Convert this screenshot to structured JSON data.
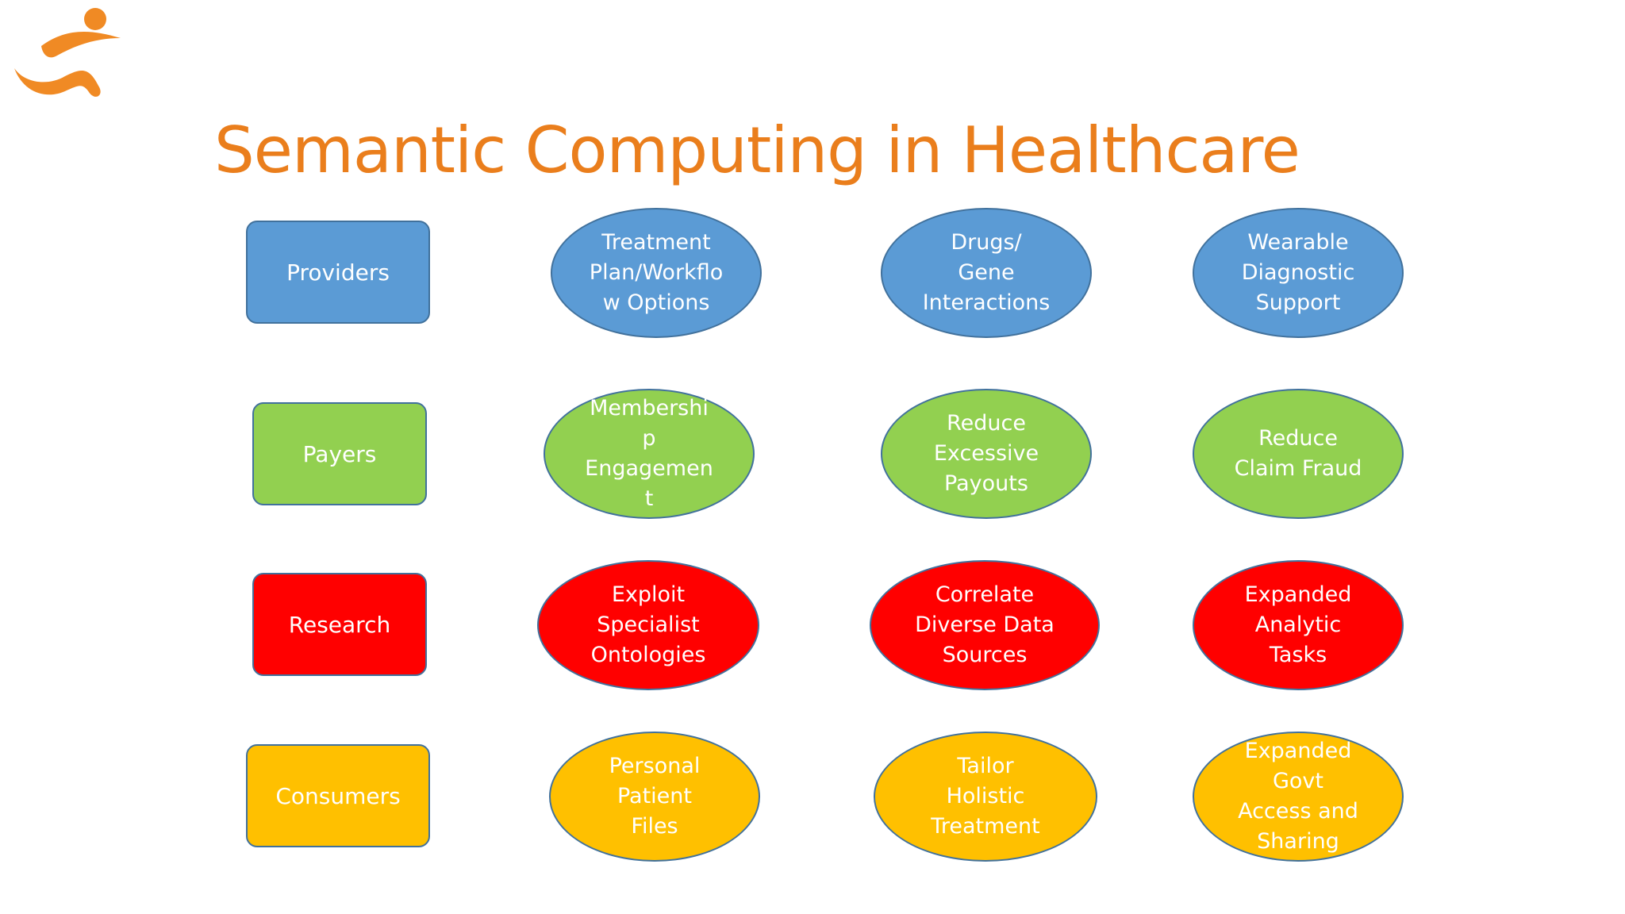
{
  "title": "Semantic Computing in Healthcare",
  "colors": {
    "title": "#EA7E1C",
    "logo": "#F08A24",
    "blue": "#5B9BD5",
    "green": "#92D050",
    "red": "#FF0000",
    "yellow": "#FFC000",
    "outline": "#41719C"
  },
  "logo": {
    "icon": "running-person-logo"
  },
  "rows": [
    {
      "category": "Providers",
      "color": "#5B9BD5",
      "items": [
        "Treatment\nPlan/Workflo\nw Options",
        "Drugs/\nGene\nInteractions",
        "Wearable\nDiagnostic\nSupport"
      ]
    },
    {
      "category": "Payers",
      "color": "#92D050",
      "items": [
        "Membershi\np\nEngagemen\nt",
        "Reduce\nExcessive\nPayouts",
        "Reduce\nClaim Fraud"
      ]
    },
    {
      "category": "Research",
      "color": "#FF0000",
      "items": [
        "Exploit\nSpecialist\nOntologies",
        "Correlate\nDiverse Data\nSources",
        "Expanded\nAnalytic\nTasks"
      ]
    },
    {
      "category": "Consumers",
      "color": "#FFC000",
      "items": [
        "Personal\nPatient\nFiles",
        "Tailor\nHolistic\nTreatment",
        "Expanded\nGovt\nAccess and\nSharing"
      ]
    }
  ]
}
